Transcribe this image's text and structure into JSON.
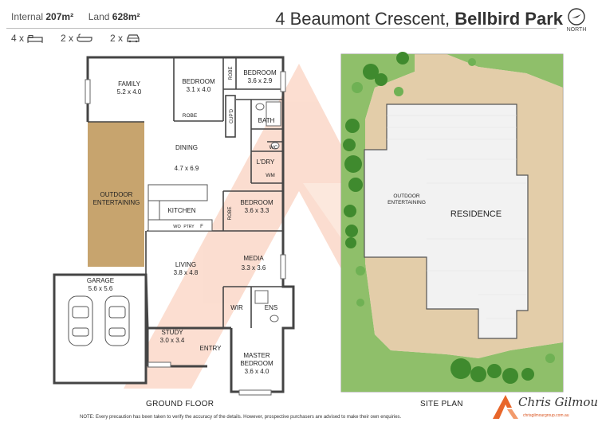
{
  "header": {
    "internal_label": "Internal",
    "internal_value": "207m²",
    "land_label": "Land",
    "land_value": "628m²",
    "bed_count": "4 x",
    "bath_count": "2 x",
    "car_count": "2 x",
    "address_street": "4 Beaumont Crescent,",
    "address_suburb": "Bellbird Park",
    "north_label": "NORTH"
  },
  "ground_floor": {
    "caption": "GROUND FLOOR",
    "rooms": {
      "family_name": "FAMILY",
      "family_size": "5.2 x 4.0",
      "bed2_name": "BEDROOM",
      "bed2_size": "3.1 x 4.0",
      "bed3_name": "BEDROOM",
      "bed3_size": "3.6 x 2.9",
      "robe_a": "ROBE",
      "robe_b": "ROBE",
      "robe_c": "ROBE",
      "bath": "BATH",
      "cupd": "CUP'D",
      "wc": "WC",
      "ldry": "L'DRY",
      "wm": "WM",
      "dining_name": "DINING",
      "dining_size": "4.7 x 6.9",
      "outdoor_name_1": "OUTDOOR",
      "outdoor_name_2": "ENTERTAINING",
      "kitchen": "KITCHEN",
      "wo": "WO",
      "ptry": "PTRY",
      "fridge": "F",
      "bed4_name": "BEDROOM",
      "bed4_size": "3.6 x 3.3",
      "living_name": "LIVING",
      "living_size": "3.8 x 4.8",
      "media_name": "MEDIA",
      "media_size": "3.3 x 3.6",
      "garage_name": "GARAGE",
      "garage_size": "5.6 x 5.6",
      "wir": "WIR",
      "ens": "ENS",
      "study_name": "STUDY",
      "study_size": "3.0 x 3.4",
      "entry": "ENTRY",
      "master_name_1": "MASTER",
      "master_name_2": "BEDROOM",
      "master_size": "3.6 x 4.0"
    }
  },
  "site_plan": {
    "caption": "SITE PLAN",
    "residence": "RESIDENCE",
    "outdoor_1": "OUTDOOR",
    "outdoor_2": "ENTERTAINING"
  },
  "footer": {
    "note": "NOTE: Every precaution has been taken to verify the accuracy of the details. However, prospective purchasers are advised to make their own enquiries.",
    "logo_name": "Chris Gilmour",
    "logo_url": "chrisgilmourgroup.com.au"
  },
  "colors": {
    "outdoor": "#c7a46e",
    "lawn": "#8fbf6a",
    "tree": "#3f8a2e",
    "wall": "#444444",
    "watermark": "#f5a07a",
    "logo_accent": "#e8662a"
  }
}
